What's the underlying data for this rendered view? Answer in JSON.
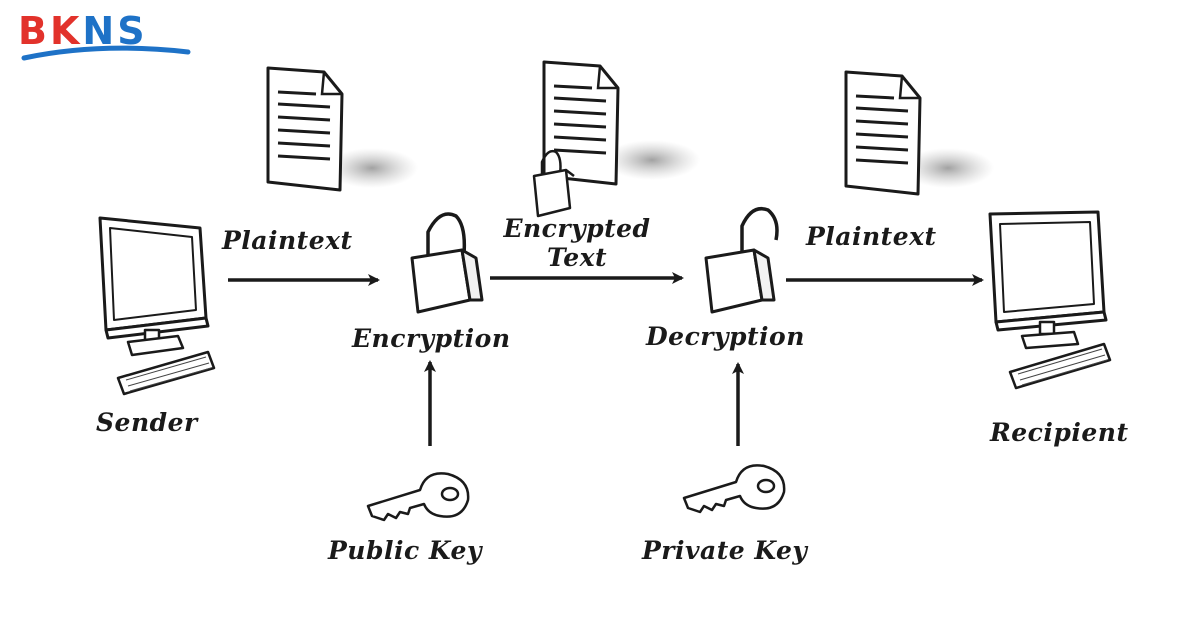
{
  "brand": {
    "logo_text": "BKNS",
    "colors": {
      "red": "#e2322b",
      "blue": "#1e72c7"
    }
  },
  "labels": {
    "sender": "Sender",
    "recipient": "Recipient",
    "plaintext_left": "Plaintext",
    "plaintext_right": "Plaintext",
    "encrypted_line1": "Encrypted",
    "encrypted_line2": "Text",
    "encryption": "Encryption",
    "decryption": "Decryption",
    "public_key": "Public Key",
    "private_key": "Private Key"
  },
  "icons": {
    "sender": "computer-icon",
    "recipient": "computer-icon",
    "documents": "document-icon",
    "locks": "padlock-icon",
    "keys": "key-icon",
    "arrows": "arrow-icon"
  },
  "colors": {
    "ink": "#1a1a1a",
    "background": "#ffffff"
  }
}
